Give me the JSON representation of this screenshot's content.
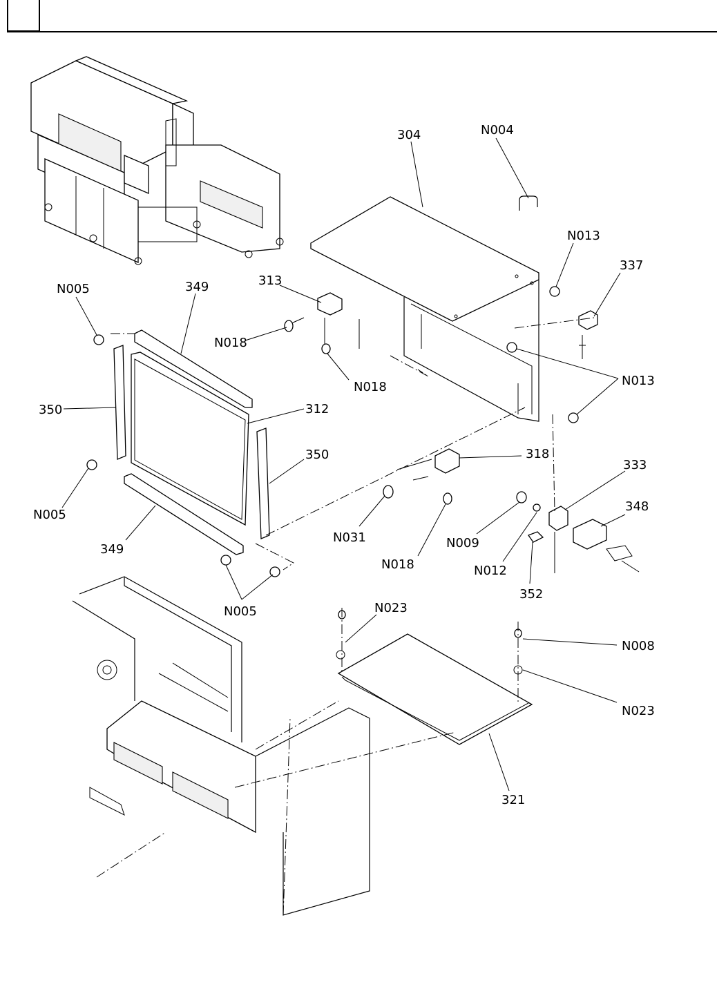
{
  "labels": [
    {
      "id": "304",
      "text": "304"
    },
    {
      "id": "N004",
      "text": "N004"
    },
    {
      "id": "N013a",
      "text": "N013"
    },
    {
      "id": "337",
      "text": "337"
    },
    {
      "id": "313",
      "text": "313"
    },
    {
      "id": "349a",
      "text": "349"
    },
    {
      "id": "N005a",
      "text": "N005"
    },
    {
      "id": "N018a",
      "text": "N018"
    },
    {
      "id": "N018b",
      "text": "N018"
    },
    {
      "id": "N013b",
      "text": "N013"
    },
    {
      "id": "350a",
      "text": "350"
    },
    {
      "id": "312",
      "text": "312"
    },
    {
      "id": "318",
      "text": "318"
    },
    {
      "id": "350b",
      "text": "350"
    },
    {
      "id": "333",
      "text": "333"
    },
    {
      "id": "348",
      "text": "348"
    },
    {
      "id": "N005b",
      "text": "N005"
    },
    {
      "id": "N031",
      "text": "N031"
    },
    {
      "id": "N009",
      "text": "N009"
    },
    {
      "id": "349b",
      "text": "349"
    },
    {
      "id": "N018c",
      "text": "N018"
    },
    {
      "id": "N012",
      "text": "N012"
    },
    {
      "id": "352",
      "text": "352"
    },
    {
      "id": "N005c",
      "text": "N005"
    },
    {
      "id": "N023a",
      "text": "N023"
    },
    {
      "id": "N008",
      "text": "N008"
    },
    {
      "id": "N023b",
      "text": "N023"
    },
    {
      "id": "321",
      "text": "321"
    }
  ]
}
